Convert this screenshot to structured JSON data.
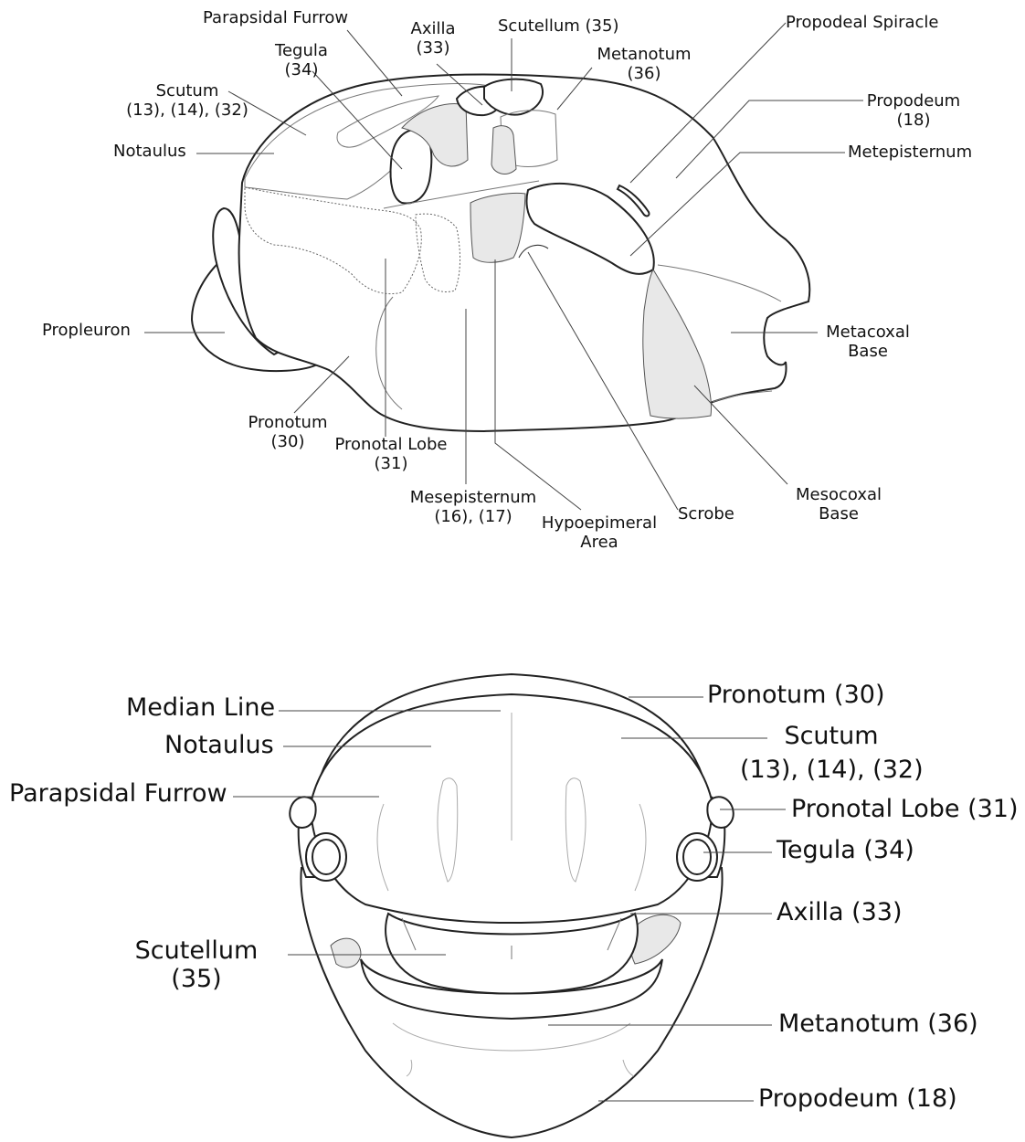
{
  "lateral": {
    "parapsidal_furrow": "Parapsidal Furrow",
    "axilla": "Axilla",
    "axilla_num": "(33)",
    "scutellum": "Scutellum (35)",
    "propodeal_spiracle": "Propodeal Spiracle",
    "tegula": "Tegula",
    "tegula_num": "(34)",
    "metanotum": "Metanotum",
    "metanotum_num": "(36)",
    "propodeum": "Propodeum",
    "propodeum_num": "(18)",
    "scutum": "Scutum",
    "scutum_num": "(13), (14), (32)",
    "notaulus": "Notaulus",
    "metepisternum": "Metepisternum",
    "propleuron": "Propleuron",
    "metacoxal": "Metacoxal",
    "metacoxal_base": "Base",
    "pronotum": "Pronotum",
    "pronotum_num": "(30)",
    "pronotal_lobe": "Pronotal Lobe",
    "pronotal_lobe_num": "(31)",
    "mesepisternum": "Mesepisternum",
    "mesepisternum_num": "(16), (17)",
    "hypoepimeral": "Hypoepimeral",
    "hypoepimeral_area": "Area",
    "scrobe": "Scrobe",
    "mesocoxal": "Mesocoxal",
    "mesocoxal_base": "Base"
  },
  "dorsal": {
    "median_line": "Median Line",
    "notaulus": "Notaulus",
    "parapsidal_furrow": "Parapsidal Furrow",
    "scutellum": "Scutellum",
    "scutellum_num": "(35)",
    "pronotum": "Pronotum (30)",
    "scutum": "Scutum",
    "scutum_num": "(13), (14),  (32)",
    "pronotal_lobe": "Pronotal Lobe (31)",
    "tegula": "Tegula (34)",
    "axilla": "Axilla (33)",
    "metanotum": "Metanotum (36)",
    "propodeum": "Propodeum (18)"
  }
}
